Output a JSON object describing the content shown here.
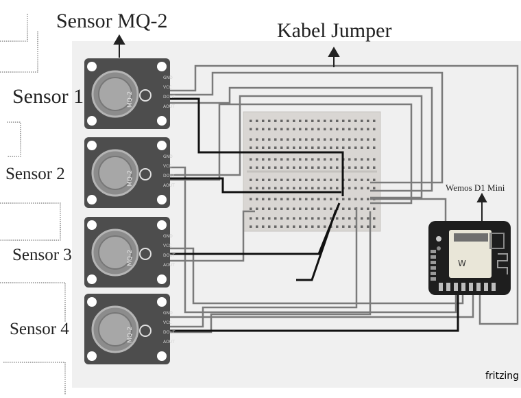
{
  "labels": {
    "sensor_type": "Sensor MQ-2",
    "cable": "Kabel Jumper",
    "board": "Wemos D1 Mini",
    "sensor_1": "Sensor 1",
    "sensor_2": "Sensor 2",
    "sensor_3": "Sensor 3",
    "sensor_4": "Sensor 4",
    "watermark": "fritzing"
  },
  "module_text": {
    "chip": "MQ-2",
    "pins": "GND\nVCC\nDOUT\nAOUT"
  },
  "colors": {
    "canvas_bg": "#f0f0f0",
    "sensor_board": "#4d4d4d",
    "breadboard": "#d9d6d3",
    "wire_light": "#7a7a7a",
    "wire_dark": "#111111",
    "mcu_board": "#1e1e1e"
  }
}
